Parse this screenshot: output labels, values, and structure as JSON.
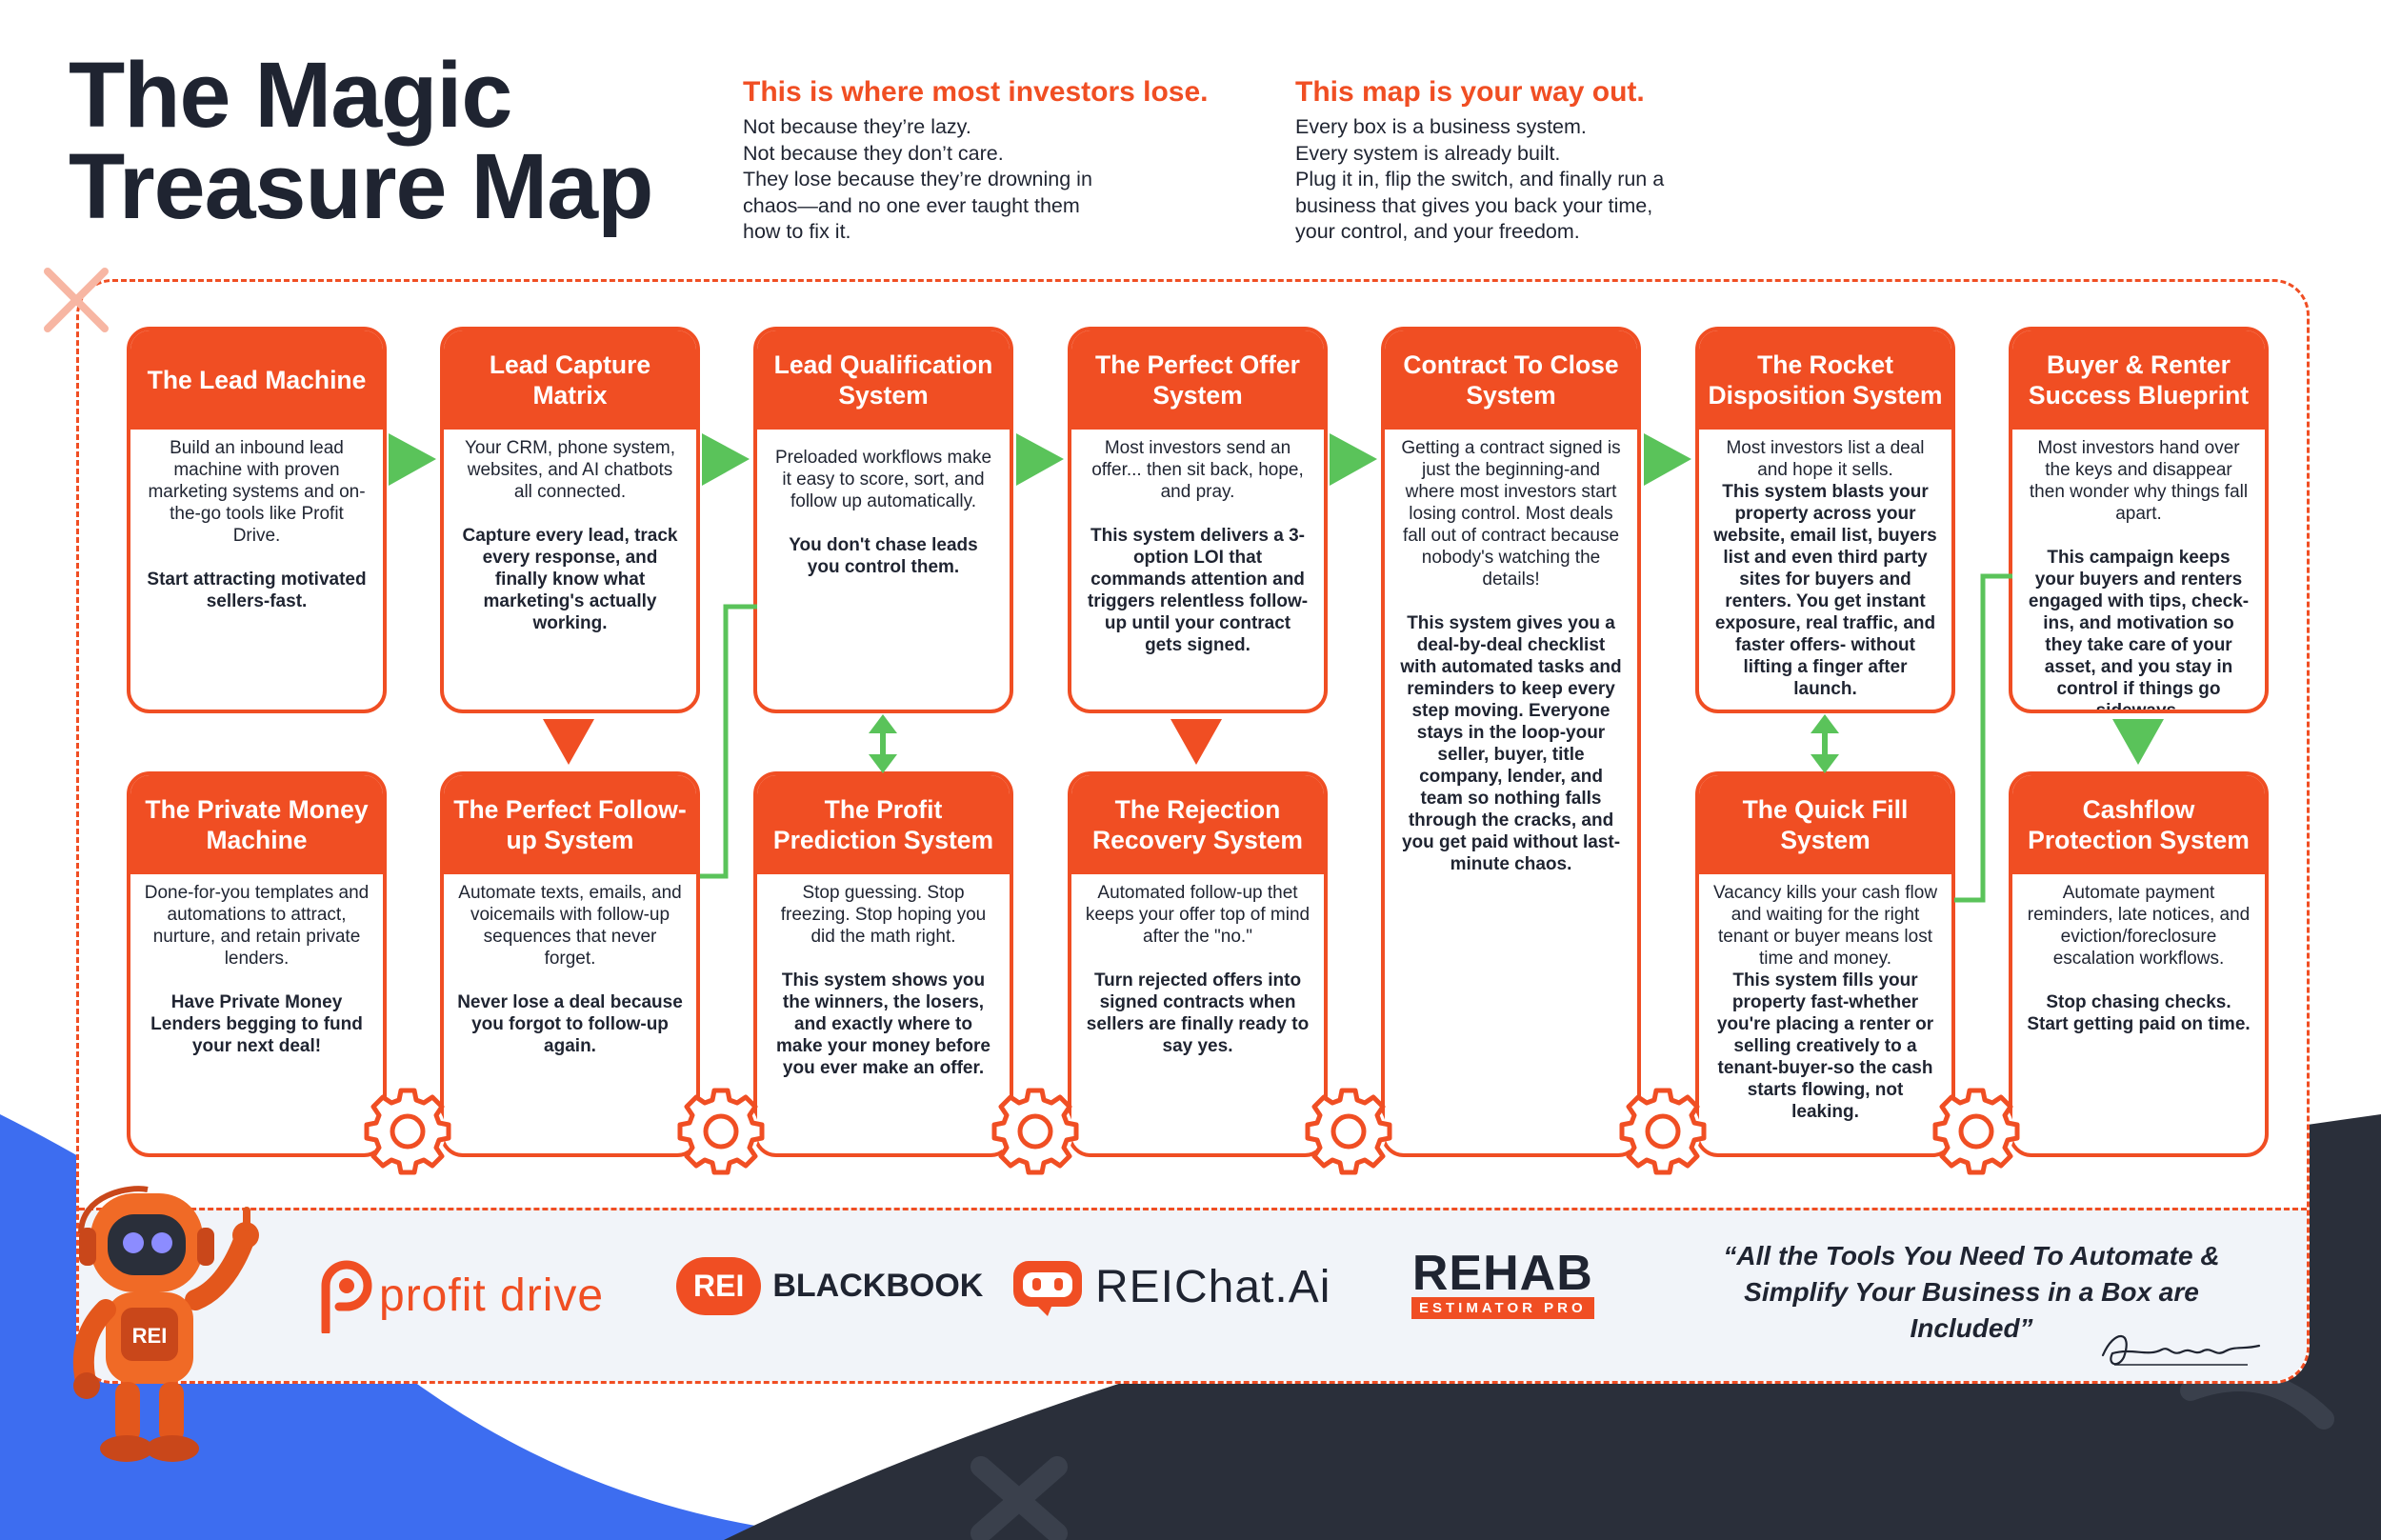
{
  "title": {
    "line1": "The Magic",
    "line2": "Treasure Map"
  },
  "intro_left": {
    "heading": "This is where most investors lose.",
    "lines": [
      "Not because they’re lazy.",
      "Not because they don’t care.",
      "They lose because they’re drowning in",
      "chaos—and no one ever taught them",
      "how to fix it."
    ]
  },
  "intro_right": {
    "heading": "This map is your way out.",
    "lines": [
      "Every box is a business system.",
      "Every system is already built.",
      "Plug it in, flip the switch, and finally run a",
      "business that gives you back your time,",
      "your control, and your freedom."
    ]
  },
  "cards": [
    {
      "title": "The Lead Machine",
      "text": "Build an inbound lead machine with proven marketing systems and on-the-go tools like Profit Drive.",
      "bold": "Start attracting motivated sellers-fast."
    },
    {
      "title": "Lead Capture Matrix",
      "text": "Your CRM, phone system, websites, and AI chatbots all connected.",
      "bold": "Capture every lead, track every response, and finally know what marketing's actually working."
    },
    {
      "title": "Lead Qualification System",
      "text": "Preloaded workflows make it easy to score, sort, and follow up automatically.",
      "bold": "You don't chase leads you control them."
    },
    {
      "title": "The Perfect Offer System",
      "text": "Most investors send an offer... then sit back, hope, and pray.",
      "bold": "This system delivers a 3-option LOI that commands attention and triggers relentless follow-up until your contract gets signed."
    },
    {
      "title": "Contract To Close System",
      "text": "Getting a contract signed is just the beginning-and where most investors start losing control. Most deals fall out of contract because nobody's watching the details!",
      "bold": "This system gives you a deal-by-deal checklist with automated tasks and reminders to keep every step moving. Everyone stays in the loop-your seller, buyer, title company, lender, and team so nothing falls through the cracks, and you get paid without last-minute chaos."
    },
    {
      "title": "The Rocket Disposition System",
      "text": "Most investors list a deal and hope it sells.",
      "bold": "This system blasts your property across your website, email list, buyers list and even third party sites for buyers and renters. You get instant exposure, real traffic, and faster offers- without lifting a finger after launch."
    },
    {
      "title": "Buyer & Renter Success Blueprint",
      "text": "Most investors hand over the keys and disappear then wonder why things fall apart.",
      "bold": "This campaign keeps your buyers and renters engaged with tips, check-ins, and motivation so they take care of your asset, and you stay in control if things go sideways."
    },
    {
      "title": "The Private Money Machine",
      "text": "Done-for-you templates and automations to attract, nurture, and retain private lenders.",
      "bold": "Have Private Money Lenders begging to fund your next deal!"
    },
    {
      "title": "The Perfect Follow-up System",
      "text": "Automate texts, emails, and voicemails with follow-up sequences that never forget.",
      "bold": "Never lose a deal because you forgot to follow-up again."
    },
    {
      "title": "The Profit Prediction System",
      "text": "Stop guessing. Stop freezing. Stop hoping you did the math right.",
      "bold": "This system shows you the winners, the losers, and exactly where to make your money before you ever make an offer."
    },
    {
      "title": "The Rejection Recovery System",
      "text": "Automated follow-up thet keeps your offer top of mind after the \"no.\"",
      "bold": "Turn rejected offers into signed contracts when sellers are finally ready to say yes."
    },
    {
      "title": "The Quick Fill System",
      "text": "Vacancy kills your cash flow and waiting for the right tenant or buyer means lost time and money.",
      "bold": "This system fills your property fast-whether you're placing a renter or selling creatively to a tenant-buyer-so the cash starts flowing, not leaking."
    },
    {
      "title": "Cashflow Protection System",
      "text": "Automate payment reminders, late notices, and eviction/foreclosure escalation workflows.",
      "bold": "Stop chasing checks. Start getting paid on time."
    }
  ],
  "logos": {
    "profit_drive": "profit drive",
    "rei_badge": "REI",
    "blackbook": "BLACKBOOK",
    "reichat": "REIChat.Ai",
    "rehab": "REHAB",
    "rehab_sub": "ESTIMATOR PRO"
  },
  "quote": {
    "line1": "“All the Tools You Need To Automate &",
    "line2": "Simplify Your Business in a Box are Included”"
  },
  "robot_label": "REI",
  "colors": {
    "accent": "#f04e23",
    "dark": "#1f2431",
    "green": "#5ac35a",
    "blue": "#3d6df0"
  }
}
